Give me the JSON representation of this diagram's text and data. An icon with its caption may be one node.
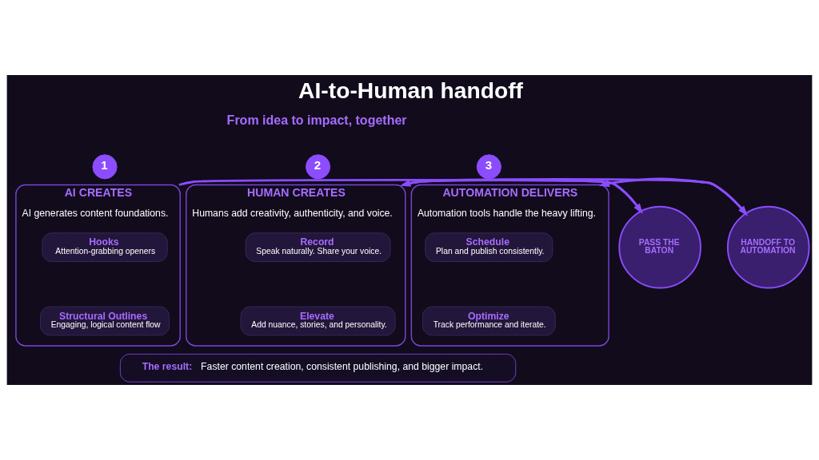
{
  "diagram": {
    "title": "AI-to-Human handoff",
    "nodes": [
      {
        "text": [
          "1"
        ]
      },
      {
        "text": [
          "AI CREATES",
          "AI generates content foundations."
        ]
      },
      {
        "text": [
          "Hooks",
          "Attention-grabbing openers"
        ],
        "in": 1
      },
      {
        "text": [
          "Structural Outlines",
          "Engaging, logical content flow"
        ],
        "in": 1
      },
      {
        "text": [
          "PASS THE BATON"
        ]
      },
      {
        "text": [
          "2"
        ]
      },
      {
        "text": [
          "HUMAN CREATES",
          "Humans add creativity, authenticity, and voice."
        ]
      },
      {
        "text": [
          "Record",
          "Speak naturally. Share your voice."
        ],
        "in": 6
      },
      {
        "text": [
          "Elevate",
          "Add nuance, stories, and personality."
        ],
        "in": 6
      },
      {
        "text": [
          "HANDOFF TO AUTOMATION"
        ]
      },
      {
        "text": [
          "3"
        ]
      },
      {
        "text": [
          "AUTOMATION DELIVERS",
          "Automation tools handle the heavy lifting."
        ]
      },
      {
        "text": [
          "Schedule",
          "Plan and publish consistently."
        ],
        "in": 11
      },
      {
        "text": [
          "Optimize",
          "Track performance and iterate."
        ],
        "in": 11
      },
      {
        "text": [
          "The result:",
          "Faster content creation, consistent publishing, and bigger impact."
        ]
      }
    ],
    "edges": [
      {
        "from": 1,
        "to": 4,
        "arrow": "to"
      },
      {
        "from": 4,
        "to": 6,
        "arrow": "to"
      },
      {
        "from": 6,
        "to": 9,
        "arrow": "to"
      },
      {
        "from": 9,
        "to": 11,
        "arrow": "to"
      }
    ],
    "labels": [
      "From idea to impact, together"
    ]
  }
}
